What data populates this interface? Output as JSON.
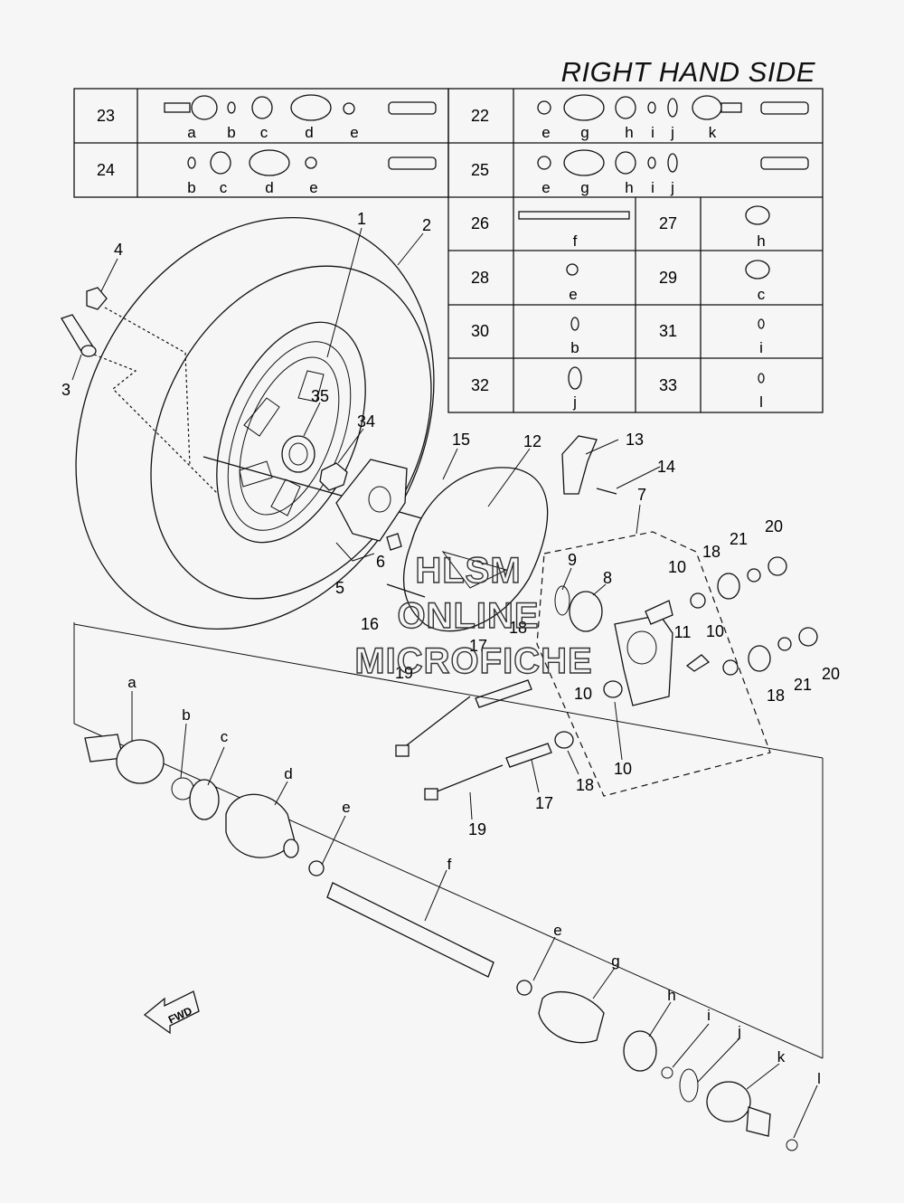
{
  "title": "RIGHT HAND SIDE",
  "table": {
    "r1": {
      "n1": "23",
      "l1": [
        "a",
        "b",
        "c",
        "d",
        "e"
      ],
      "n2": "22",
      "l2": [
        "e",
        "g",
        "h",
        "i",
        "j",
        "k"
      ]
    },
    "r2": {
      "n1": "24",
      "l1": [
        "b",
        "c",
        "d",
        "e"
      ],
      "n2": "25",
      "l2": [
        "e",
        "g",
        "h",
        "i",
        "j"
      ]
    },
    "r3": {
      "n1": "26",
      "l1": "f",
      "n2": "27",
      "l2": "h"
    },
    "r4": {
      "n1": "28",
      "l1": "e",
      "n2": "29",
      "l2": "c"
    },
    "r5": {
      "n1": "30",
      "l1": "b",
      "n2": "31",
      "l2": "i"
    },
    "r6": {
      "n1": "32",
      "l1": "j",
      "n2": "33",
      "l2": "l"
    }
  },
  "callouts": {
    "c1": "1",
    "c2": "2",
    "c3": "3",
    "c4": "4",
    "c5": "5",
    "c6": "6",
    "c7": "7",
    "c8": "8",
    "c9": "9",
    "c10": "10",
    "c11": "11",
    "c12": "12",
    "c13": "13",
    "c14": "14",
    "c15": "15",
    "c16": "16",
    "c17": "17",
    "c18": "18",
    "c19": "19",
    "c20": "20",
    "c21": "21",
    "c34": "34",
    "c35": "35"
  },
  "letters": {
    "a": "a",
    "b": "b",
    "c": "c",
    "d": "d",
    "e": "e",
    "f": "f",
    "g": "g",
    "h": "h",
    "i": "i",
    "j": "j",
    "k": "k",
    "l": "l"
  },
  "fwd_label": "FWD",
  "watermark": [
    "HLSM",
    "ONLINE",
    "MICROFICHE"
  ]
}
